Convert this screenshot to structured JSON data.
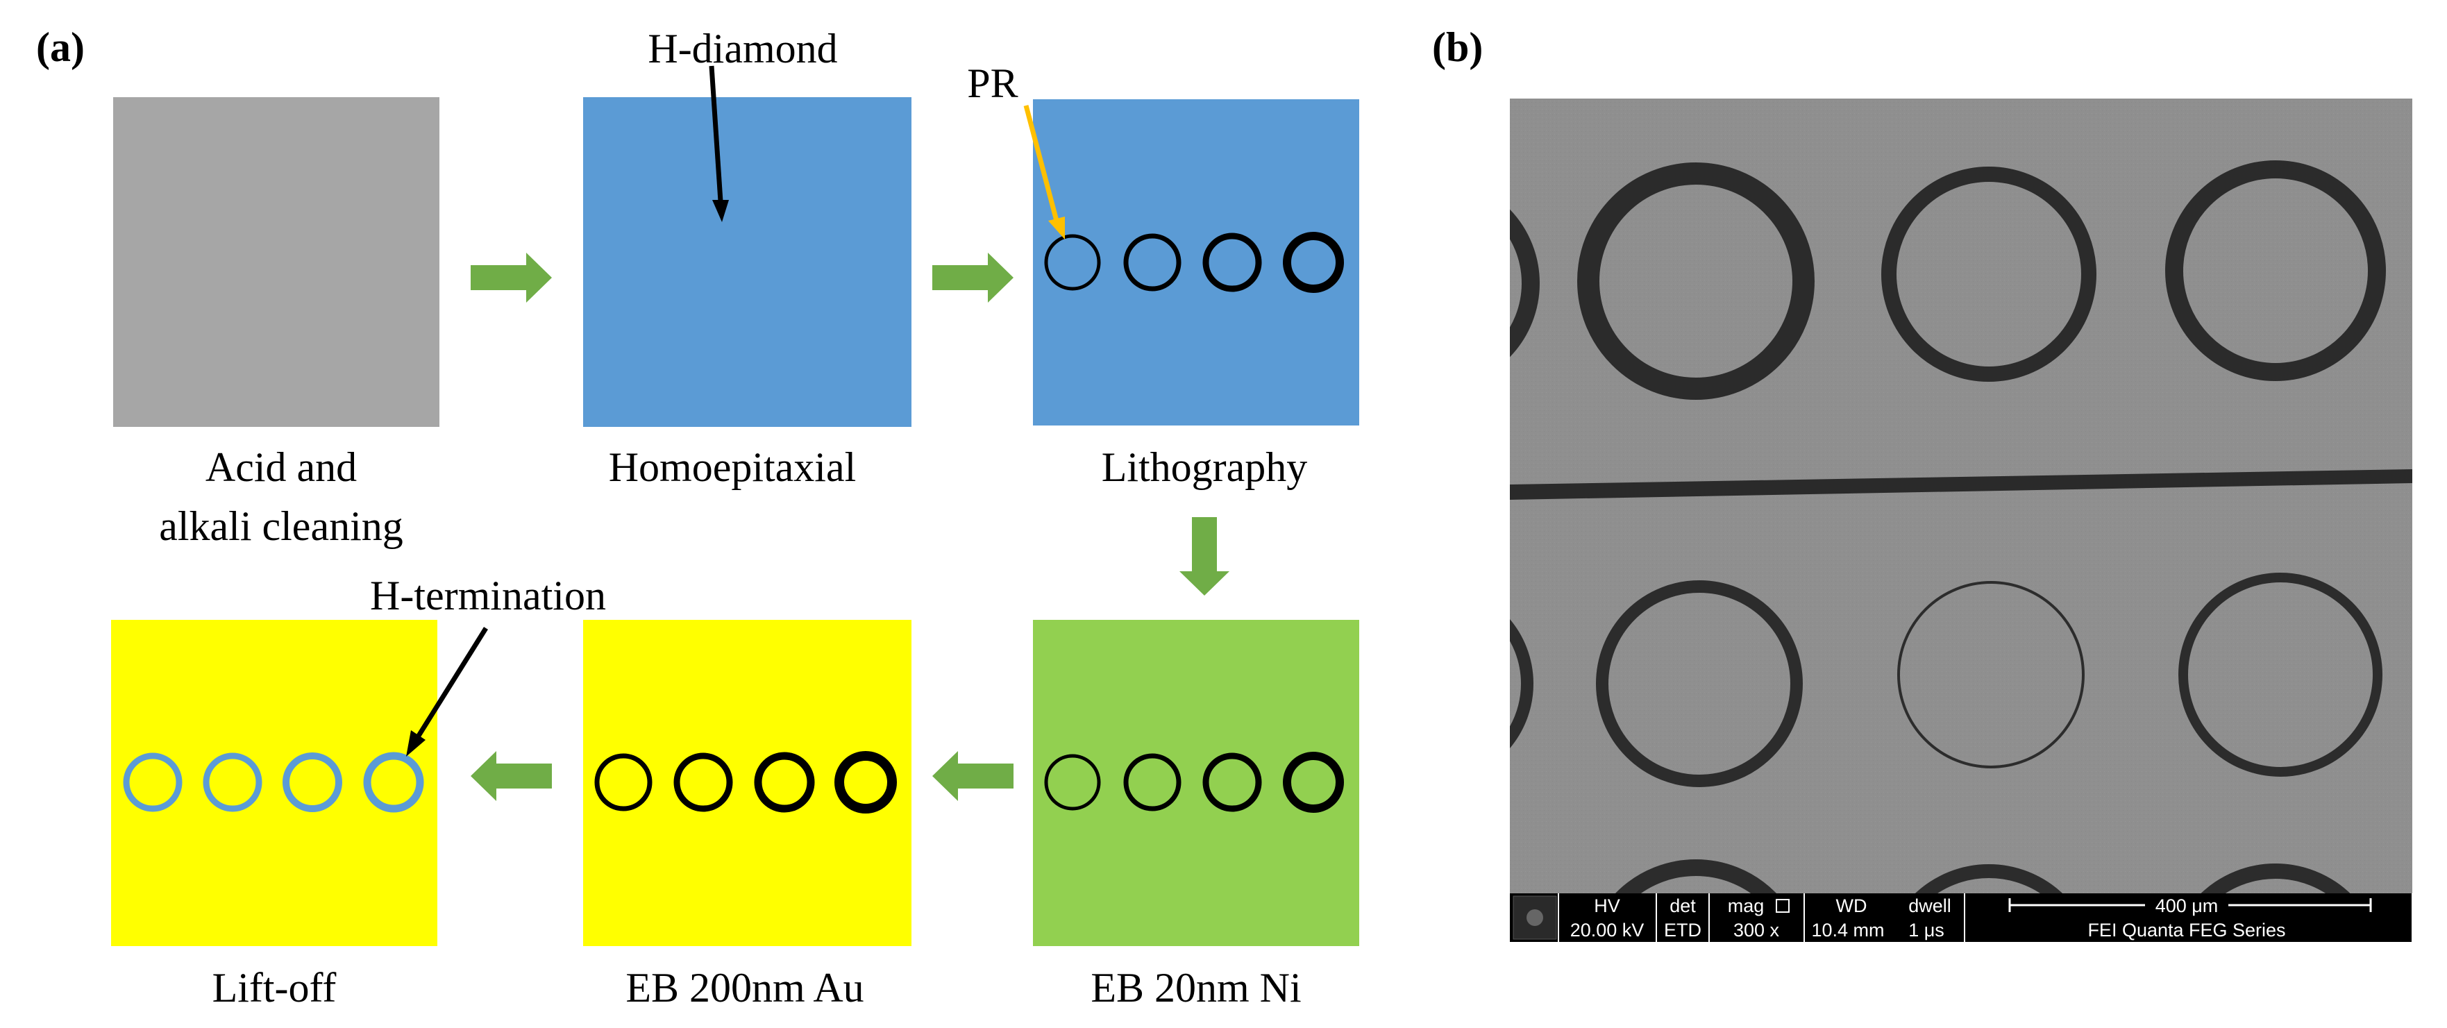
{
  "panel_labels": {
    "a": "(a)",
    "b": "(b)"
  },
  "colors": {
    "substrate": "#a6a6a6",
    "diamond": "#5b9bd5",
    "ni": "#92d050",
    "au": "#ffff00",
    "arrow": "#70ad47",
    "pr_arrow": "#ffc000",
    "h_ring": "#5b9bd5",
    "sem_background": "#8e8e8e"
  },
  "steps": [
    {
      "id": "cleaning",
      "line1": "Acid and",
      "line2": "alkali cleaning"
    },
    {
      "id": "homoepitaxial",
      "label": "Homoepitaxial"
    },
    {
      "id": "lithography",
      "label": "Lithography"
    },
    {
      "id": "ni",
      "label": "EB 20nm Ni"
    },
    {
      "id": "au",
      "label": "EB 200nm Au"
    },
    {
      "id": "liftoff",
      "label": "Lift-off"
    }
  ],
  "annotations": {
    "h_diamond": "H-diamond",
    "pr": "PR",
    "h_termination": "H-termination"
  },
  "sem": {
    "headers": {
      "hv": "HV",
      "det": "det",
      "mag": "mag",
      "wd": "WD",
      "dwell": "dwell"
    },
    "values": {
      "hv": "20.00 kV",
      "det": "ETD",
      "mag": "300 x",
      "wd": "10.4 mm",
      "dwell": "1 μs"
    },
    "scale_bar": "400 μm",
    "instrument": "FEI Quanta FEG Series"
  }
}
